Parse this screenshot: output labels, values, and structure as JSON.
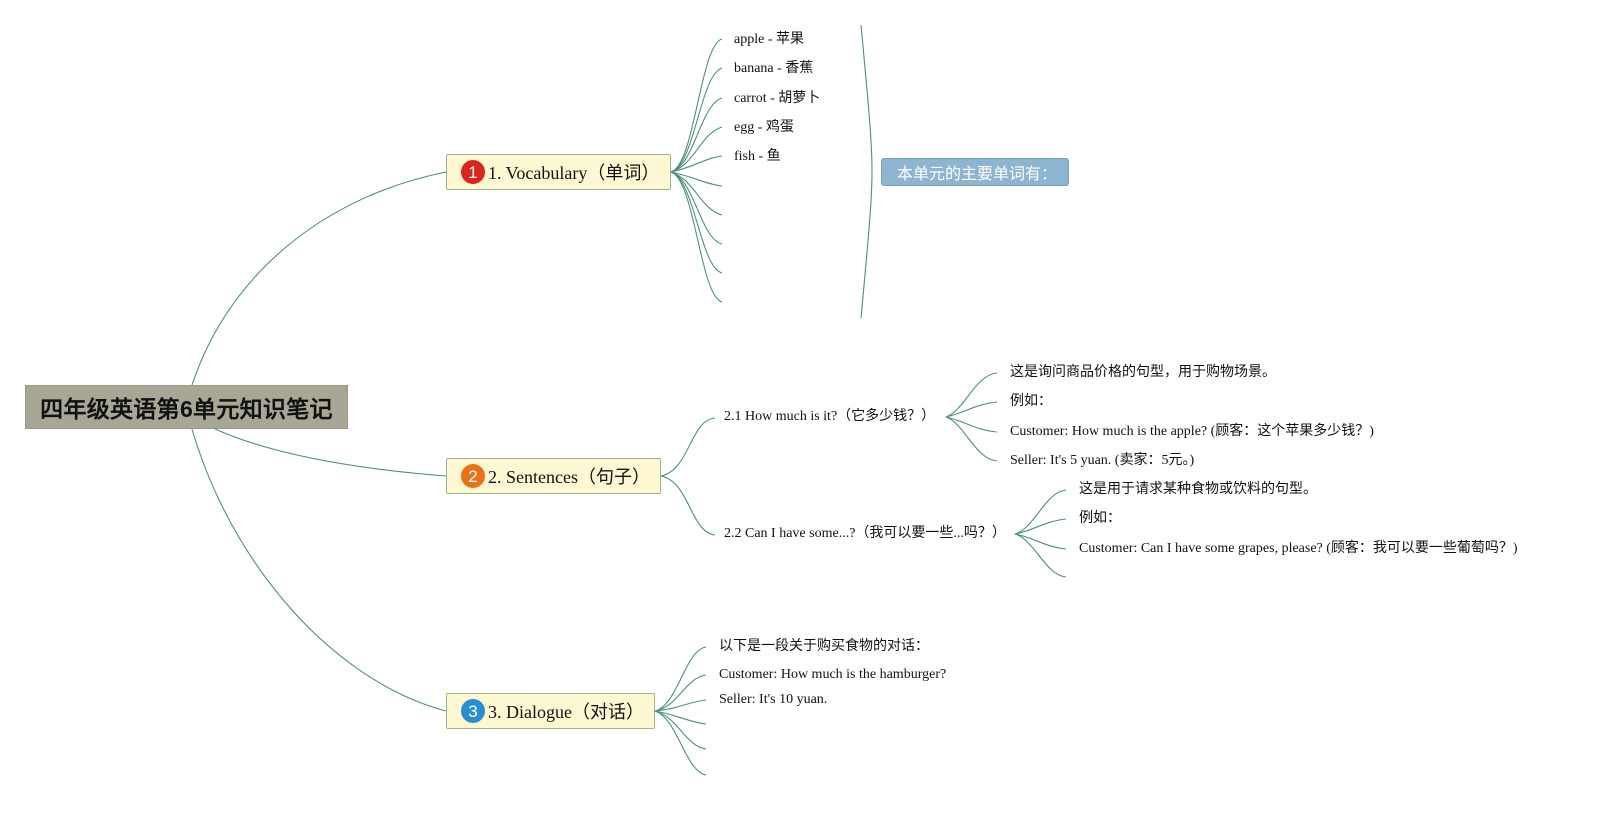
{
  "root": {
    "title": "四年级英语第6单元知识笔记"
  },
  "branches": [
    {
      "number": "1",
      "color": "#d9251b",
      "label": "1. Vocabulary（单词）",
      "items": [
        "apple - 苹果",
        "banana - 香蕉",
        "carrot - 胡萝卜",
        "egg - 鸡蛋",
        "fish - 鱼"
      ],
      "note": "本单元的主要单词有："
    },
    {
      "number": "2",
      "color": "#e8711a",
      "label": "2. Sentences（句子）",
      "subtopics": [
        {
          "label": "2.1 How much is it?（它多少钱？）",
          "items": [
            "这是询问商品价格的句型，用于购物场景。",
            "例如：",
            "Customer: How much is the apple? (顾客：这个苹果多少钱？)",
            "Seller: It's 5 yuan. (卖家：5元。)"
          ]
        },
        {
          "label": "2.2 Can I have some...?（我可以要一些...吗？）",
          "items": [
            "这是用于请求某种食物或饮料的句型。",
            "例如：",
            "Customer: Can I have some grapes, please? (顾客：我可以要一些葡萄吗？)"
          ]
        }
      ]
    },
    {
      "number": "3",
      "color": "#2a8fd2",
      "label": "3. Dialogue（对话）",
      "items": [
        "以下是一段关于购买食物的对话：",
        "Customer: How much is the hamburger?",
        "Seller: It's 10 yuan."
      ]
    }
  ],
  "colors": {
    "connector": "#4f8f7f",
    "root_fill": "#a8a694",
    "topic_fill": "#fdf8d2",
    "note_fill": "#8db5d1"
  }
}
